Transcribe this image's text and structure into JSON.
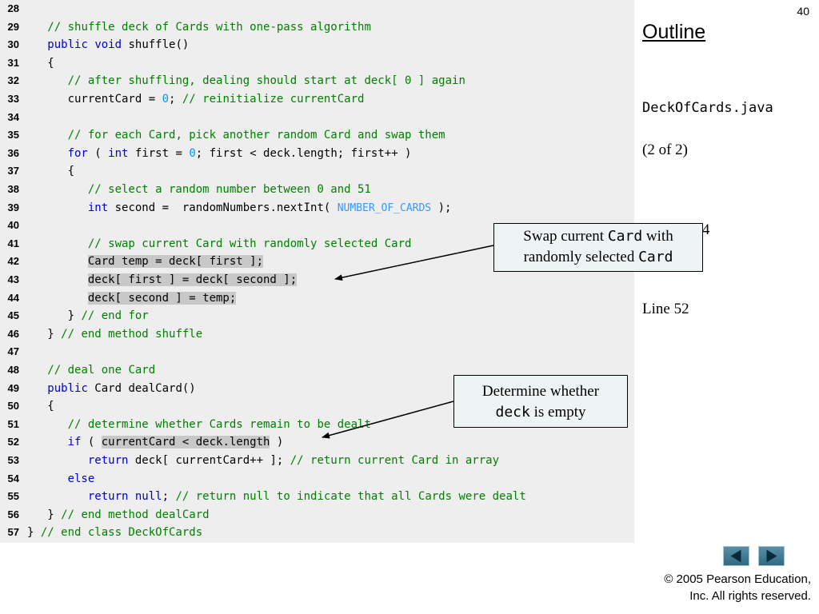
{
  "slide_number": "40",
  "outline": {
    "title": "Outline",
    "file_name": "DeckOfCards.java",
    "part": "(2 of 2)",
    "line_ref_a": "-44",
    "line_ref_b": "Line 52"
  },
  "callouts": {
    "swap": {
      "t1": "Swap current ",
      "m1": "Card",
      "t2": " with",
      "t3": "randomly selected ",
      "m2": "Card"
    },
    "deal": {
      "t1": "Determine whether",
      "m1": "deck",
      "t2": " is empty"
    }
  },
  "code_lines": [
    {
      "n": "28",
      "tokens": []
    },
    {
      "n": "29",
      "tokens": [
        {
          "t": "   "
        },
        {
          "t": "// shuffle deck of Cards with one-pass algorithm",
          "c": "cm"
        }
      ]
    },
    {
      "n": "30",
      "tokens": [
        {
          "t": "   "
        },
        {
          "t": "public",
          "c": "kw"
        },
        {
          "t": " "
        },
        {
          "t": "void",
          "c": "kw"
        },
        {
          "t": " shuffle()"
        }
      ]
    },
    {
      "n": "31",
      "tokens": [
        {
          "t": "   {"
        }
      ]
    },
    {
      "n": "32",
      "tokens": [
        {
          "t": "      "
        },
        {
          "t": "// after shuffling, dealing should start at deck[ 0 ] again",
          "c": "cm"
        }
      ]
    },
    {
      "n": "33",
      "tokens": [
        {
          "t": "      currentCard = "
        },
        {
          "t": "0",
          "c": "num"
        },
        {
          "t": "; "
        },
        {
          "t": "// reinitialize currentCard",
          "c": "cm"
        }
      ]
    },
    {
      "n": "34",
      "tokens": []
    },
    {
      "n": "35",
      "tokens": [
        {
          "t": "      "
        },
        {
          "t": "// for each Card, pick another random Card and swap them",
          "c": "cm"
        }
      ]
    },
    {
      "n": "36",
      "tokens": [
        {
          "t": "      "
        },
        {
          "t": "for",
          "c": "kw"
        },
        {
          "t": " ( "
        },
        {
          "t": "int",
          "c": "kw"
        },
        {
          "t": " first = "
        },
        {
          "t": "0",
          "c": "num"
        },
        {
          "t": "; first < deck.length; first++ )"
        }
      ]
    },
    {
      "n": "37",
      "tokens": [
        {
          "t": "      {"
        }
      ]
    },
    {
      "n": "38",
      "tokens": [
        {
          "t": "         "
        },
        {
          "t": "// select a random number between 0 and 51",
          "c": "cm"
        }
      ]
    },
    {
      "n": "39",
      "tokens": [
        {
          "t": "         "
        },
        {
          "t": "int",
          "c": "kw"
        },
        {
          "t": " second =  randomNumbers.nextInt( "
        },
        {
          "t": "NUMBER_OF_CARDS",
          "c": "const"
        },
        {
          "t": " );"
        }
      ]
    },
    {
      "n": "40",
      "tokens": []
    },
    {
      "n": "41",
      "tokens": [
        {
          "t": "         "
        },
        {
          "t": "// swap current Card with randomly selected Card",
          "c": "cm"
        }
      ]
    },
    {
      "n": "42",
      "tokens": [
        {
          "t": "         "
        },
        {
          "t": "Card temp = deck[ first ];",
          "c": "hl"
        }
      ]
    },
    {
      "n": "43",
      "tokens": [
        {
          "t": "         "
        },
        {
          "t": "deck[ first ] = deck[ second ];",
          "c": "hl"
        }
      ]
    },
    {
      "n": "44",
      "tokens": [
        {
          "t": "         "
        },
        {
          "t": "deck[ second ] = temp;",
          "c": "hl"
        }
      ]
    },
    {
      "n": "45",
      "tokens": [
        {
          "t": "      } "
        },
        {
          "t": "// end for",
          "c": "cm"
        }
      ]
    },
    {
      "n": "46",
      "tokens": [
        {
          "t": "   } "
        },
        {
          "t": "// end method shuffle",
          "c": "cm"
        }
      ]
    },
    {
      "n": "47",
      "tokens": []
    },
    {
      "n": "48",
      "tokens": [
        {
          "t": "   "
        },
        {
          "t": "// deal one Card",
          "c": "cm"
        }
      ]
    },
    {
      "n": "49",
      "tokens": [
        {
          "t": "   "
        },
        {
          "t": "public",
          "c": "kw"
        },
        {
          "t": " Card dealCard()"
        }
      ]
    },
    {
      "n": "50",
      "tokens": [
        {
          "t": "   {"
        }
      ]
    },
    {
      "n": "51",
      "tokens": [
        {
          "t": "      "
        },
        {
          "t": "// determine whether Cards remain to be dealt",
          "c": "cm"
        }
      ]
    },
    {
      "n": "52",
      "tokens": [
        {
          "t": "      "
        },
        {
          "t": "if",
          "c": "kw"
        },
        {
          "t": " ( "
        },
        {
          "t": "currentCard < deck.length",
          "c": "hl"
        },
        {
          "t": " )"
        }
      ]
    },
    {
      "n": "53",
      "tokens": [
        {
          "t": "         "
        },
        {
          "t": "return",
          "c": "kw"
        },
        {
          "t": " deck[ currentCard++ ]; "
        },
        {
          "t": "// return current Card in array",
          "c": "cm"
        }
      ]
    },
    {
      "n": "54",
      "tokens": [
        {
          "t": "      "
        },
        {
          "t": "else",
          "c": "kw"
        }
      ]
    },
    {
      "n": "55",
      "tokens": [
        {
          "t": "         "
        },
        {
          "t": "return",
          "c": "kw"
        },
        {
          "t": " "
        },
        {
          "t": "null",
          "c": "kw"
        },
        {
          "t": "; "
        },
        {
          "t": "// return null to indicate that all Cards were dealt",
          "c": "cm"
        }
      ]
    },
    {
      "n": "56",
      "tokens": [
        {
          "t": "   } "
        },
        {
          "t": "// end method dealCard",
          "c": "cm"
        }
      ]
    },
    {
      "n": "57",
      "tokens": [
        {
          "t": "} "
        },
        {
          "t": "// end class DeckOfCards",
          "c": "cm"
        }
      ]
    }
  ],
  "nav": {
    "prev_icon": "triangle-left-icon",
    "next_icon": "triangle-right-icon"
  },
  "copyright": {
    "line1": "© 2005 Pearson Education,",
    "line2": "Inc.  All rights reserved."
  },
  "colors": {
    "code_bg": "#eeeeee",
    "keyword": "#0000cc",
    "comment": "#008000",
    "number": "#0099ff",
    "highlight": "#c8c8c8",
    "callout_bg": "#eef3f3",
    "nav_button": "#3f7b94"
  }
}
